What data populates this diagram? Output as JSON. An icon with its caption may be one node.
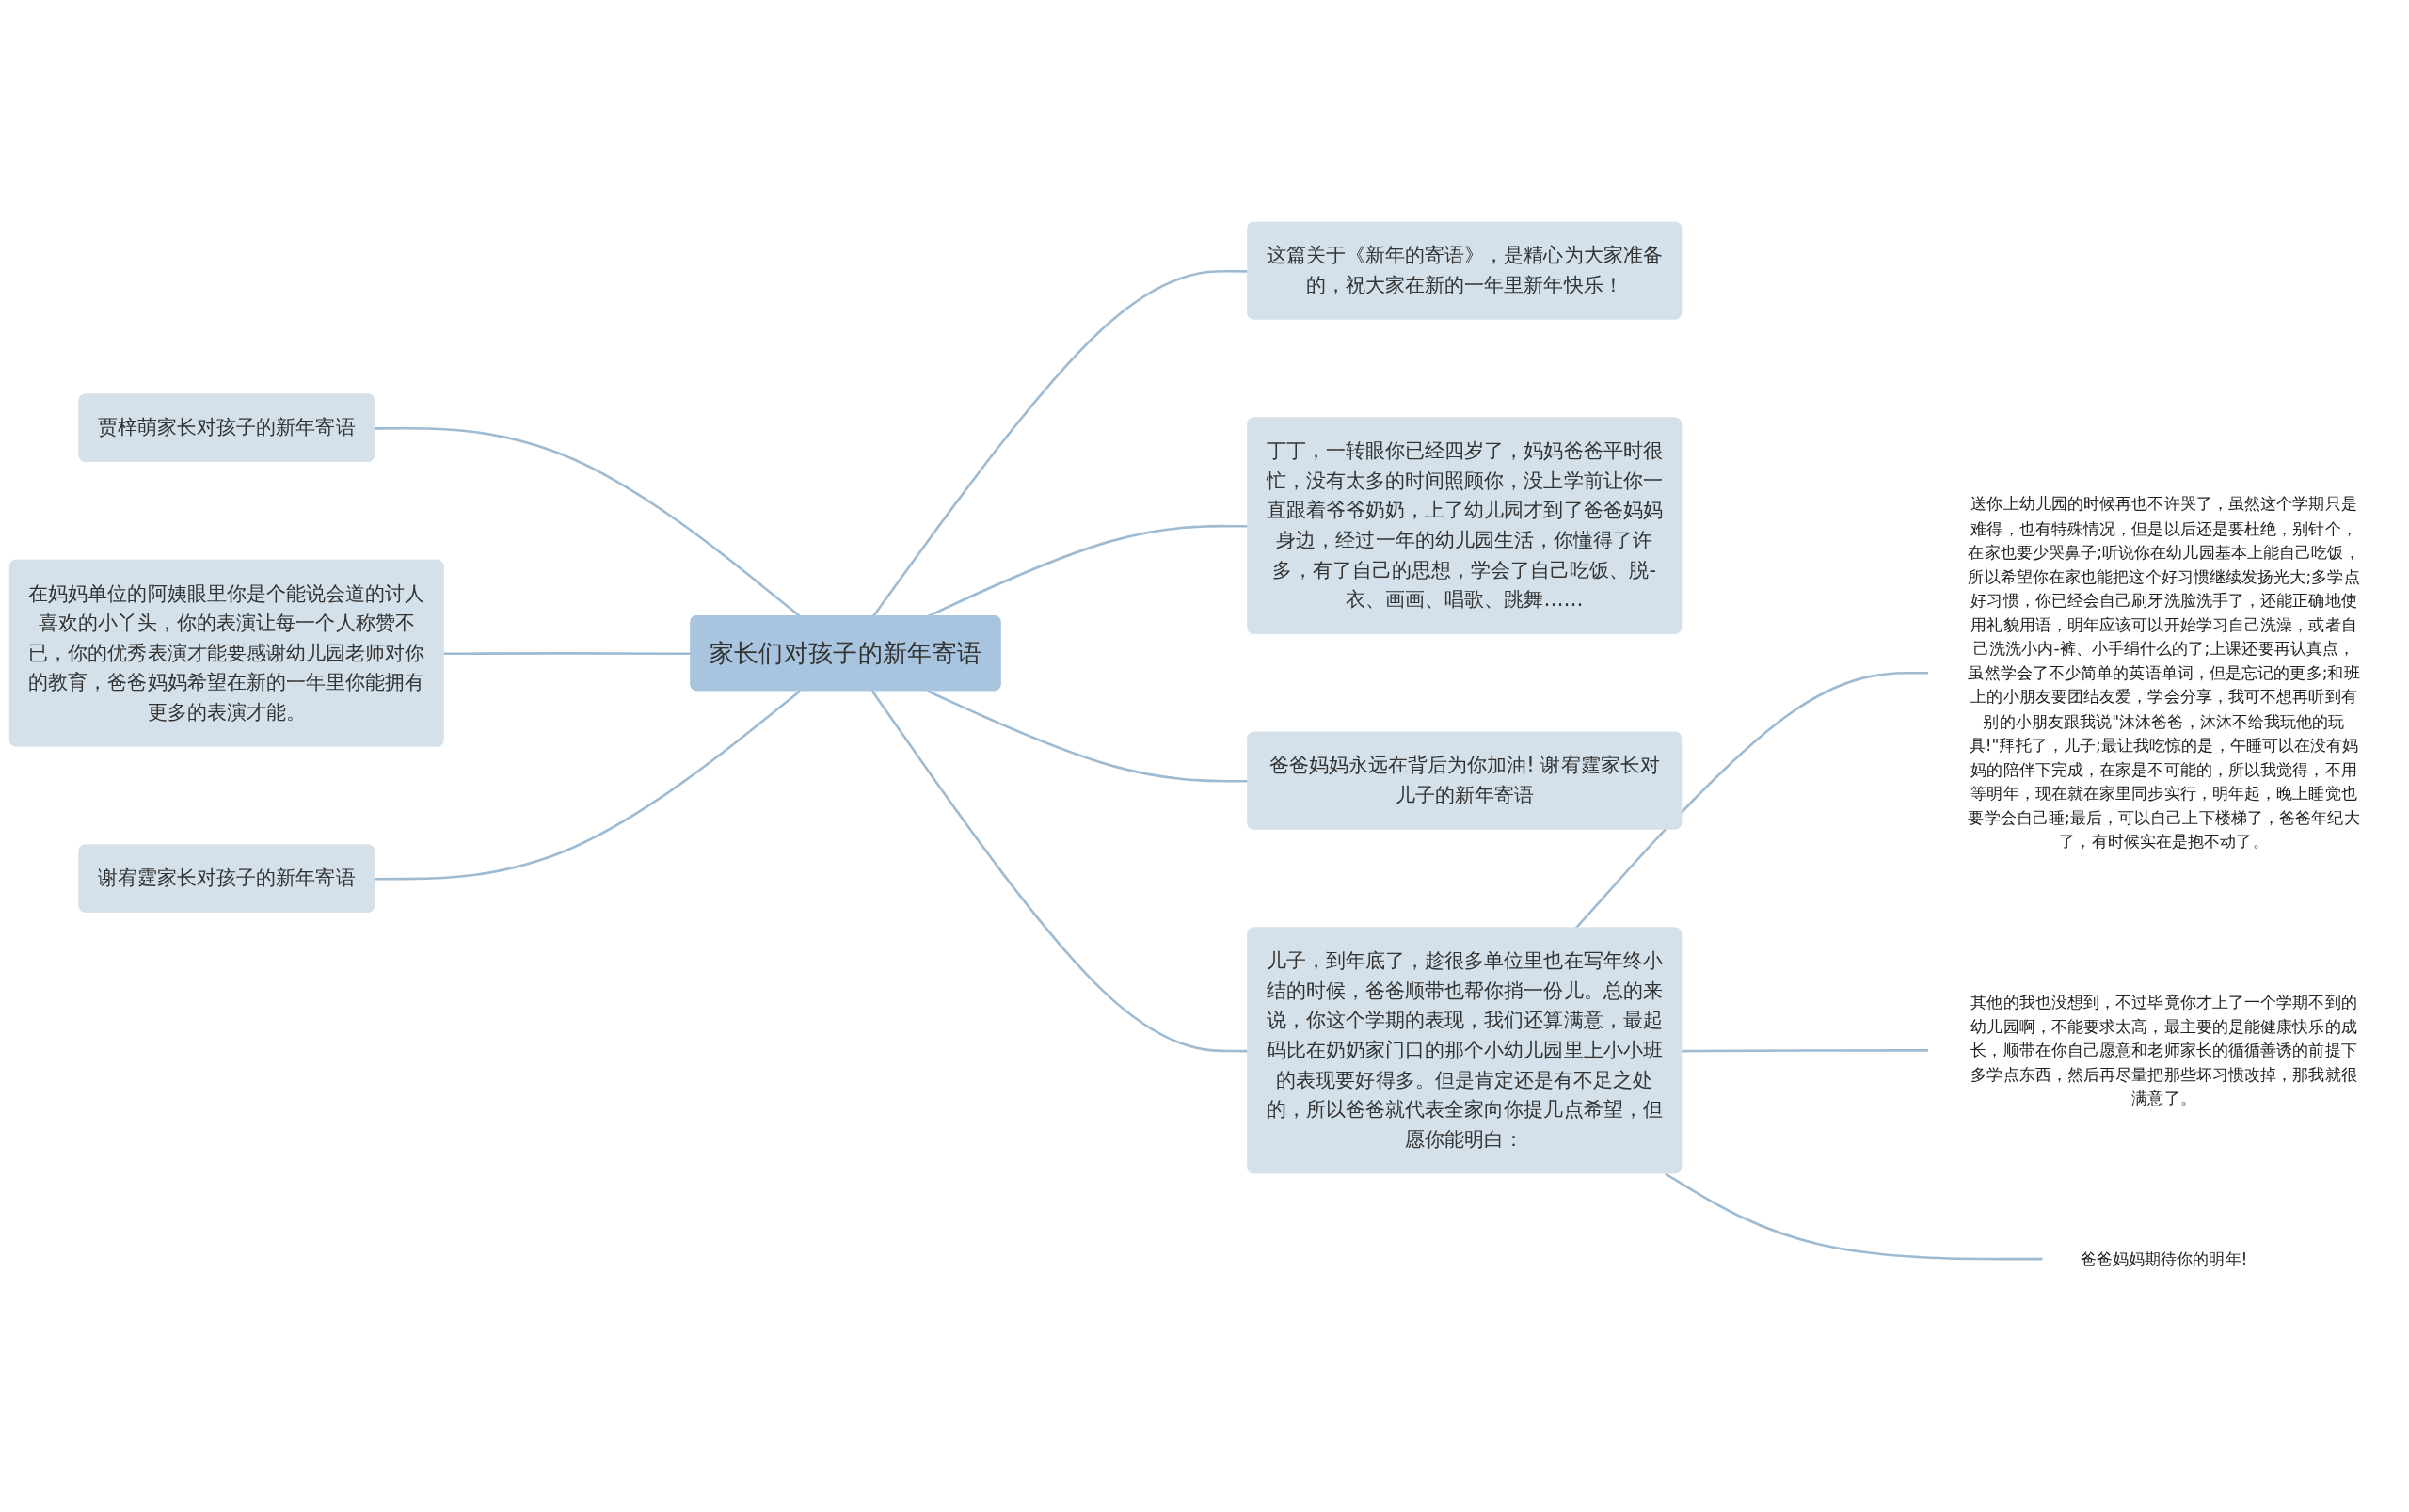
{
  "diagram": {
    "nodes": [
      {
        "text": [
          "家长们对孩子的新年寄语"
        ]
      },
      {
        "text": [
          "这篇关于《新年的寄语》，是精心为大家准备的，祝大家在新的一年里新年快乐！"
        ]
      },
      {
        "text": [
          "丁丁，一转眼你已经四岁了，妈妈爸爸平时很忙，没有太多的时间照顾你，没上学前让你一直跟着爷爷奶奶，上了幼儿园才到了爸爸妈妈身边，经过一年的幼儿园生活，你懂得了许多，有了自己的思想，学会了自己吃饭、脱-衣、画画、唱歌、跳舞……"
        ]
      },
      {
        "text": [
          "爸爸妈妈永远在背后为你加油! 谢宥霆家长对儿子的新年寄语"
        ]
      },
      {
        "text": [
          "儿子，到年底了，趁很多单位里也在写年终小结的时候，爸爸顺带也帮你捎一份儿。总的来说，你这个学期的表现，我们还算满意，最起码比在奶奶家门口的那个小幼儿园里上小小班的表现要好得多。但是肯定还是有不足之处的，所以爸爸就代表全家向你提几点希望，但愿你能明白："
        ]
      },
      {
        "text": [
          "送你上幼儿园的时候再也不许哭了，虽然这个学期只是难得，也有特殊情况，但是以后还是要杜绝，别针个，在家也要少哭鼻子;听说你在幼儿园基本上能自己吃饭，所以希望你在家也能把这个好习惯继续发扬光大;多学点好习惯，你已经会自己刷牙洗脸洗手了，还能正确地使用礼貌用语，明年应该可以开始学习自己洗澡，或者自己洗洗小内-裤、小手绢什么的了;上课还要再认真点，虽然学会了不少简单的英语单词，但是忘记的更多;和班上的小朋友要团结友爱，学会分享，我可不想再听到有别的小朋友跟我说\"沐沐爸爸，沐沐不给我玩他的玩具!\"拜托了，儿子;最让我吃惊的是，午睡可以在没有妈妈的陪伴下完成，在家是不可能的，所以我觉得，不用等明年，现在就在家里同步实行，明年起，晚上睡觉也要学会自己睡;最后，可以自己上下楼梯了，爸爸年纪大了，有时候实在是抱不动了。"
        ]
      },
      {
        "text": [
          "其他的我也没想到，不过毕竟你才上了一个学期不到的幼儿园啊，不能要求太高，最主要的是能健康快乐的成长，顺带在你自己愿意和老师家长的循循善诱的前提下多学点东西，然后再尽量把那些坏习惯改掉，那我就很满意了。"
        ]
      },
      {
        "text": [
          "爸爸妈妈期待你的明年!"
        ]
      },
      {
        "text": [
          "贾梓萌家长对孩子的新年寄语"
        ]
      },
      {
        "text": [
          "在妈妈单位的阿姨眼里你是个能说会道的讨人喜欢的小丫头，你的表演让每一个人称赞不已，你的优秀表演才能要感谢幼儿园老师对你的教育，爸爸妈妈希望在新的一年里你能拥有更多的表演才能。"
        ]
      },
      {
        "text": [
          "谢宥霆家长对孩子的新年寄语"
        ]
      }
    ],
    "edges": [
      {
        "from": 0,
        "to": 1,
        "arrow": "none"
      },
      {
        "from": 0,
        "to": 2,
        "arrow": "none"
      },
      {
        "from": 0,
        "to": 3,
        "arrow": "none"
      },
      {
        "from": 0,
        "to": 4,
        "arrow": "none"
      },
      {
        "from": 4,
        "to": 5,
        "arrow": "none"
      },
      {
        "from": 4,
        "to": 6,
        "arrow": "none"
      },
      {
        "from": 4,
        "to": 7,
        "arrow": "none"
      },
      {
        "from": 0,
        "to": 8,
        "arrow": "none"
      },
      {
        "from": 0,
        "to": 9,
        "arrow": "none"
      },
      {
        "from": 0,
        "to": 10,
        "arrow": "none"
      }
    ]
  }
}
